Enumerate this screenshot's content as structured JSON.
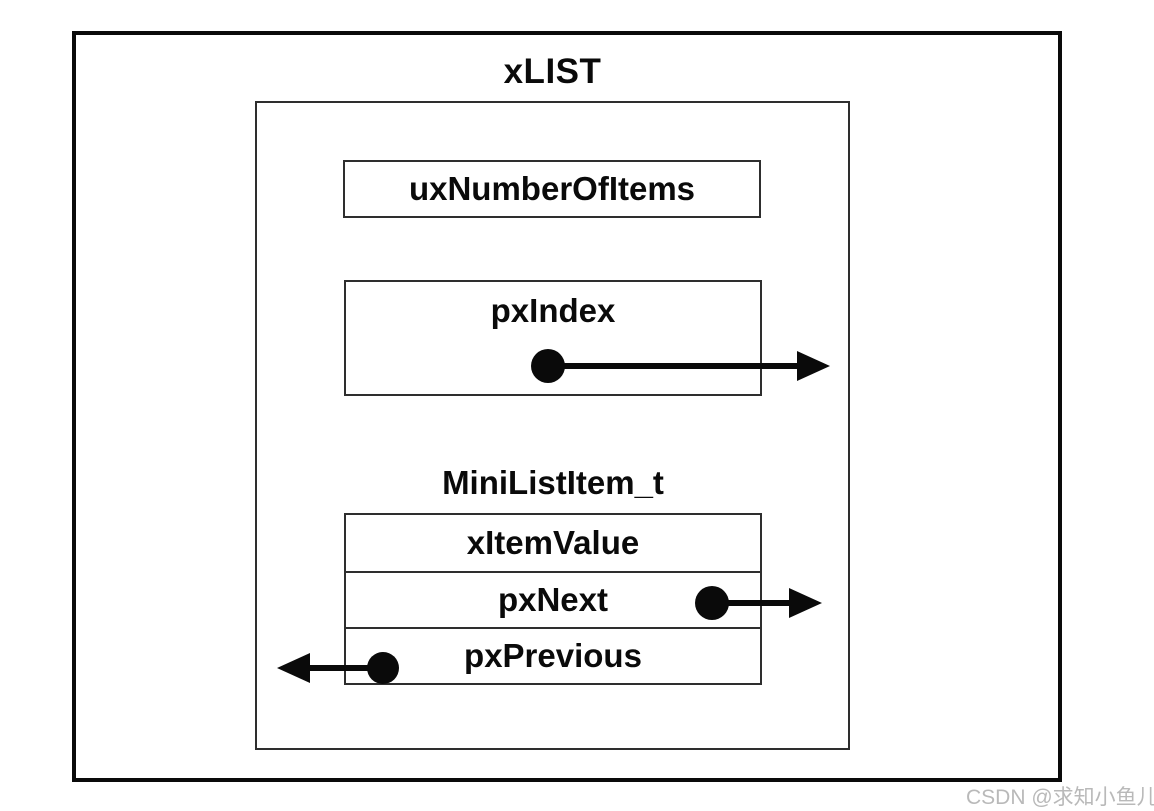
{
  "diagram": {
    "title": "xLIST",
    "fields": {
      "number_of_items": "uxNumberOfItems",
      "index": "pxIndex"
    },
    "list_item": {
      "title": "MiniListItem_t",
      "rows": [
        "xItemValue",
        "pxNext",
        "pxPrevious"
      ]
    },
    "colors": {
      "line": "#0a0a0a",
      "box_border": "#2e2e2e",
      "background": "#ffffff",
      "watermark_text": "#b9b9b9"
    }
  },
  "watermark": "CSDN @求知小鱼儿"
}
